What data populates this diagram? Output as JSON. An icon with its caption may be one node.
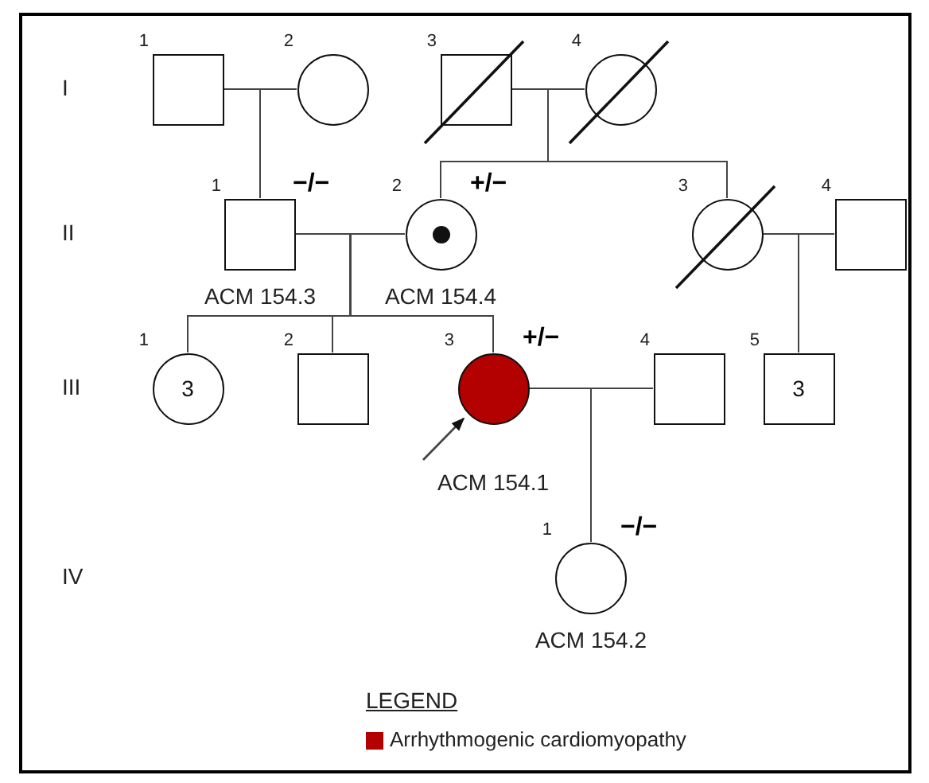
{
  "diagram": {
    "nodes": [
      {
        "text": [],
        "shape": "box",
        "beside": [
          "1"
        ]
      },
      {
        "text": [],
        "shape": "circle",
        "beside": [
          "2"
        ]
      },
      {
        "text": [],
        "shape": "box",
        "beside": [
          "3"
        ]
      },
      {
        "text": [],
        "shape": "circle",
        "beside": [
          "4"
        ]
      },
      {
        "text": [],
        "shape": "box",
        "beside": [
          "1",
          "−/−",
          "ACM 154.3"
        ]
      },
      {
        "text": [],
        "shape": "circle",
        "beside": [
          "2",
          "+/−",
          "ACM 154.4"
        ]
      },
      {
        "text": [],
        "shape": "circle",
        "beside": [
          "3"
        ]
      },
      {
        "text": [],
        "shape": "box",
        "beside": [
          "4"
        ]
      },
      {
        "text": [
          "3"
        ],
        "beside": [
          "1"
        ]
      },
      {
        "text": [],
        "shape": "box",
        "beside": [
          "2"
        ]
      },
      {
        "text": [],
        "shape": "circle",
        "beside": [
          "3",
          "+/−",
          "ACM 154.1"
        ]
      },
      {
        "text": [],
        "shape": "box",
        "beside": [
          "4"
        ]
      },
      {
        "text": [
          "3"
        ],
        "beside": [
          "5"
        ]
      },
      {
        "text": [],
        "shape": "circle",
        "beside": [
          "1",
          "−/−",
          "ACM 154.2"
        ]
      }
    ],
    "edges": [
      {
        "from": 0,
        "to": 1,
        "arrow": "none"
      },
      {
        "from": 2,
        "to": 3,
        "arrow": "none"
      },
      {
        "from": 0,
        "to": 4,
        "arrow": "none"
      },
      {
        "from": 1,
        "to": 4,
        "arrow": "none"
      },
      {
        "from": 2,
        "to": 5,
        "arrow": "none"
      },
      {
        "from": 3,
        "to": 5,
        "arrow": "none"
      },
      {
        "from": 2,
        "to": 6,
        "arrow": "none"
      },
      {
        "from": 3,
        "to": 6,
        "arrow": "none"
      },
      {
        "from": 4,
        "to": 5,
        "arrow": "none"
      },
      {
        "from": 6,
        "to": 7,
        "arrow": "none"
      },
      {
        "from": 4,
        "to": 8,
        "arrow": "none"
      },
      {
        "from": 5,
        "to": 8,
        "arrow": "none"
      },
      {
        "from": 4,
        "to": 9,
        "arrow": "none"
      },
      {
        "from": 5,
        "to": 9,
        "arrow": "none"
      },
      {
        "from": 4,
        "to": 10,
        "arrow": "none"
      },
      {
        "from": 5,
        "to": 10,
        "arrow": "none"
      },
      {
        "from": 6,
        "to": 12,
        "arrow": "none"
      },
      {
        "from": 7,
        "to": 12,
        "arrow": "none"
      },
      {
        "from": 10,
        "to": 11,
        "arrow": "none"
      },
      {
        "from": 10,
        "to": 13,
        "arrow": "none"
      },
      {
        "from": 11,
        "to": 13,
        "arrow": "none"
      },
      {
        "from": null,
        "to": 10,
        "arrow": "to"
      }
    ],
    "labels": [
      "I",
      "II",
      "III",
      "IV",
      "LEGEND"
    ],
    "legend": [
      {
        "text": "Arrhythmogenic cardiomyopathy",
        "color": "#b30000"
      }
    ]
  }
}
